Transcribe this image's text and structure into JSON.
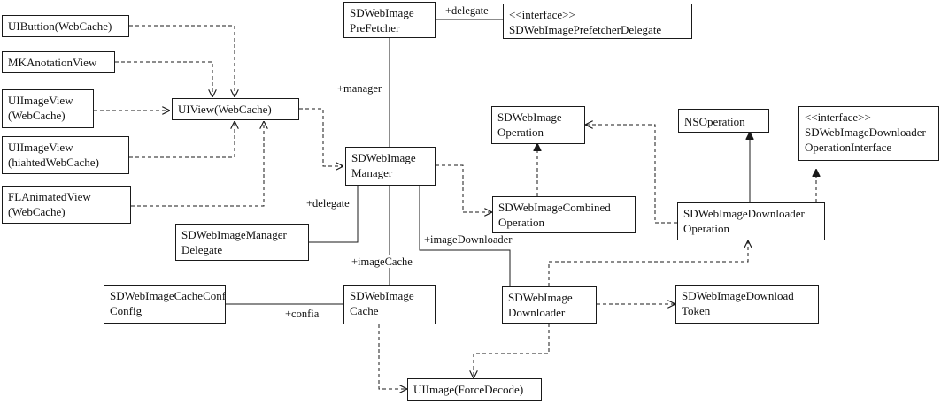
{
  "diagram": {
    "boxes": {
      "uibutton": [
        "UIButtion(WebCache)"
      ],
      "mkannotation": [
        "MKAnotationView"
      ],
      "uiimageview": [
        "UIImageView",
        "(WebCache)"
      ],
      "uiimageview_hl": [
        "UIImageView",
        "(hiahtedWebCache)"
      ],
      "flanimated": [
        "FLAnimatedView",
        "(WebCache)"
      ],
      "uiview": [
        "UIView(WebCache)"
      ],
      "prefetcher": [
        "SDWebImage",
        "PreFetcher"
      ],
      "prefetcher_delegate": [
        "<<interface>>",
        "SDWebImagePrefetcherDelegate"
      ],
      "manager": [
        "SDWebImage",
        "Manager"
      ],
      "manager_delegate": [
        "SDWebImageManager",
        "Delegate"
      ],
      "operation": [
        "SDWebImage",
        "Operation"
      ],
      "combined_operation": [
        "SDWebImageCombined",
        "Operation"
      ],
      "nsoperation": [
        "NSOperation"
      ],
      "downloader_op_interface": [
        "<<interface>>",
        "SDWebImageDownloader",
        "OperationInterface"
      ],
      "downloader_operation": [
        "SDWebImageDownloader",
        "Operation"
      ],
      "cache_config": [
        "SDWebImageCacheConfig",
        "Config"
      ],
      "cache": [
        "SDWebImage",
        "Cache"
      ],
      "downloader": [
        "SDWebImage",
        "Downloader"
      ],
      "download_token": [
        "SDWebImageDownload",
        "Token"
      ],
      "uiimage_forcedecode": [
        "UIImage(ForceDecode)"
      ]
    },
    "labels": {
      "delegate_top": "+delegate",
      "manager": "+manager",
      "delegate_left": "+delegate",
      "image_downloader": "+imageDownloader",
      "image_cache": "+imageCache",
      "config": "+confia"
    }
  }
}
